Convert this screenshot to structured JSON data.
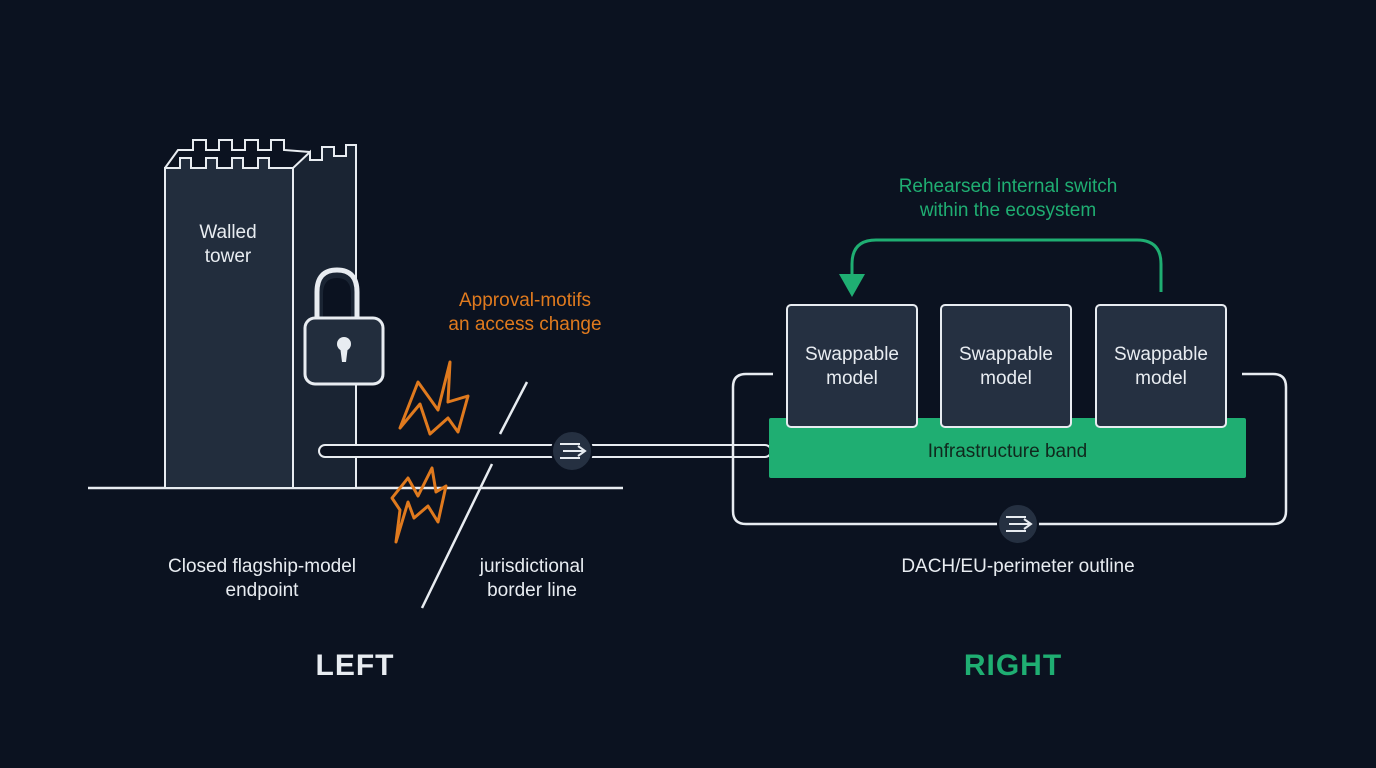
{
  "left": {
    "tower_label": [
      "Walled",
      "tower"
    ],
    "approval_label": [
      "Approval-motifs",
      "an access change"
    ],
    "endpoint_label": [
      "Closed flagship-model",
      "endpoint"
    ],
    "border_label": [
      "jurisdictional",
      "border line"
    ],
    "section_title": "LEFT"
  },
  "right": {
    "switch_label": [
      "Rehearsed internal switch",
      "within the ecosystem"
    ],
    "models": [
      {
        "line1": "Swappable",
        "line2": "model"
      },
      {
        "line1": "Swappable",
        "line2": "model"
      },
      {
        "line1": "Swappable",
        "line2": "model"
      }
    ],
    "band_label": "Infrastructure band",
    "perimeter_label": "DACH/EU-perimeter outline",
    "section_title": "RIGHT"
  },
  "colors": {
    "background": "#0b1220",
    "line": "#e8ecf1",
    "accent_orange": "#e07a1e",
    "accent_green": "#1fae72",
    "tower_fill": "#222d3d",
    "model_fill": "#253041"
  },
  "icons": [
    "padlock-icon",
    "lightning-icon",
    "flow-arrows-icon"
  ]
}
